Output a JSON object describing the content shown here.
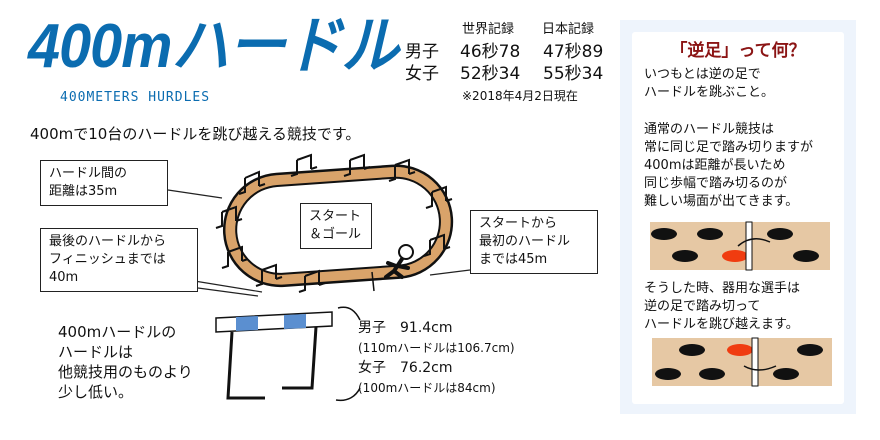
{
  "header": {
    "title": "400mハードル",
    "subtitle": "400METERS HURDLES"
  },
  "records": {
    "col_world": "世界記録",
    "col_japan": "日本記録",
    "rows": [
      {
        "label": "男子",
        "world": "46秒78",
        "japan": "47秒89"
      },
      {
        "label": "女子",
        "world": "52秒34",
        "japan": "55秒34"
      }
    ],
    "note": "※2018年4月2日現在"
  },
  "lead": "400mで10台のハードルを跳び越える競技です。",
  "callouts": {
    "distance": [
      "ハードル間の",
      "距離は35m"
    ],
    "start_goal": [
      "スタート",
      "＆ゴール"
    ],
    "first": [
      "スタートから",
      "最初のハードル",
      "までは45m"
    ],
    "last": [
      "最後のハードルから",
      "フィニッシュまでは",
      "40m"
    ]
  },
  "hurdle_height": {
    "desc": [
      "400mハードルの",
      "ハードルは",
      "他競技用のものより",
      "少し低い。"
    ],
    "men": "男子　91.4cm",
    "men_note": "(110mハードルは106.7cm)",
    "women": "女子　76.2cm",
    "women_note": "(100mハードルは84cm)"
  },
  "panel": {
    "title": "「逆足」って何？",
    "p1": [
      "いつもとは逆の足で",
      "ハードルを跳ぶこと。"
    ],
    "p2": [
      "通常のハードル競技は",
      "常に同じ足で踏み切りますが",
      "400mは距離が長いため",
      "同じ歩幅で踏み切るのが",
      "難しい場面が出てきます。"
    ],
    "p3": [
      "そうした時、器用な選手は",
      "逆の足で踏み切って",
      "ハードルを跳び越えます。"
    ]
  },
  "colors": {
    "brand": "#0b6cb0",
    "accent": "#8b1414",
    "track": "#d9a36a",
    "foot_highlight": "#f03c10"
  }
}
